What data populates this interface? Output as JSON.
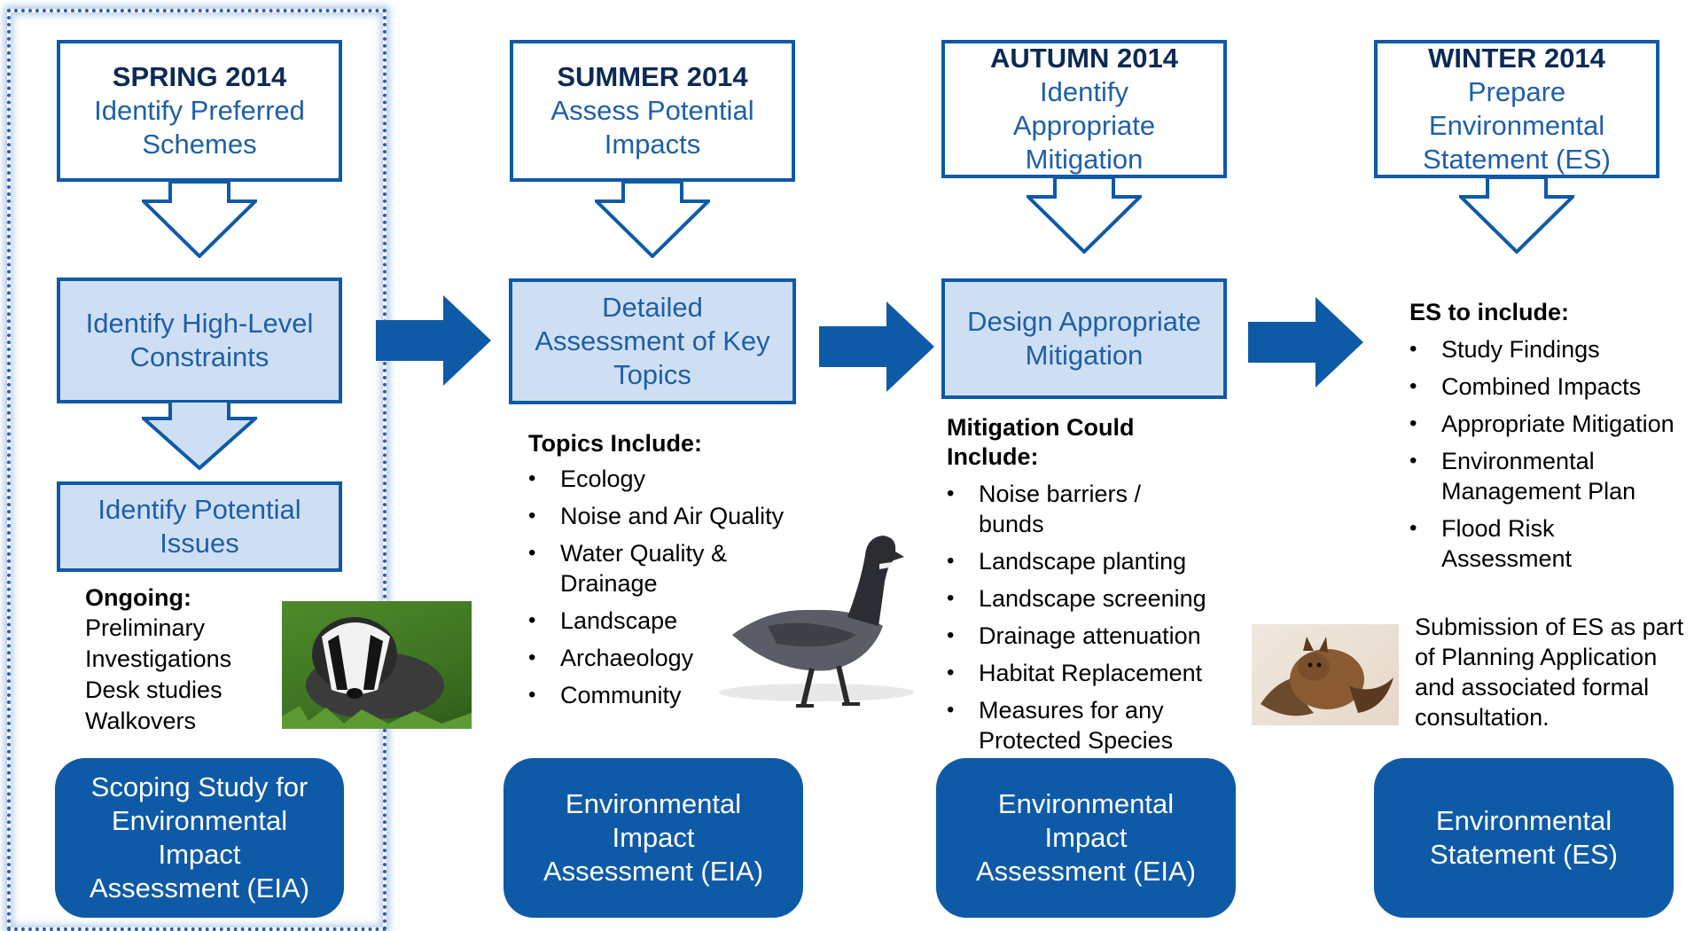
{
  "columns": [
    {
      "season_title": "SPRING 2014",
      "season_lines": [
        "Identify Preferred",
        "Schemes"
      ],
      "steps": [
        [
          "Identify High-Level",
          "Constraints"
        ],
        [
          "Identify Potential",
          "Issues"
        ]
      ],
      "ongoing": {
        "heading": "Ongoing:",
        "items": [
          "Preliminary",
          "Investigations",
          "Desk studies",
          "Walkovers"
        ]
      },
      "pill": [
        "Scoping Study for",
        "Environmental",
        "Impact",
        "Assessment (EIA)"
      ]
    },
    {
      "season_title": "SUMMER 2014",
      "season_lines": [
        "Assess  Potential",
        "Impacts"
      ],
      "step": [
        "Detailed",
        "Assessment of Key",
        "Topics"
      ],
      "list_heading": "Topics Include:",
      "list": [
        "Ecology",
        "Noise and Air Quality",
        "Water Quality & Drainage",
        "Landscape",
        "Archaeology",
        "Community"
      ],
      "pill": [
        "Environmental",
        "Impact",
        "Assessment (EIA)"
      ]
    },
    {
      "season_title": "AUTUMN 2014",
      "season_lines": [
        "Identify",
        "Appropriate",
        "Mitigation"
      ],
      "step": [
        "Design Appropriate",
        "Mitigation"
      ],
      "list_heading_lines": [
        "Mitigation Could",
        "Include:"
      ],
      "list": [
        "Noise barriers / bunds",
        "Landscape planting",
        "Landscape screening",
        "Drainage attenuation",
        "Habitat Replacement",
        "Measures for any Protected Species"
      ],
      "pill": [
        "Environmental",
        "Impact",
        "Assessment (EIA)"
      ]
    },
    {
      "season_title": "WINTER 2014",
      "season_lines": [
        "Prepare",
        "Environmental",
        "Statement (ES)"
      ],
      "list_heading": "ES to include:",
      "list": [
        "Study Findings",
        "Combined Impacts",
        "Appropriate Mitigation",
        "Environmental Management Plan",
        "Flood Risk Assessment"
      ],
      "note_lines": [
        "Submission of ES as part",
        "of Planning Application",
        "and associated formal",
        "consultation."
      ],
      "pill": [
        "Environmental",
        "Statement (ES)"
      ]
    }
  ],
  "colors": {
    "primary": "#0e5aa7",
    "light_fill": "#cfdff3",
    "text_blue": "#1f5fa6",
    "title_navy": "#0b2a55"
  },
  "images": [
    "badger-photo",
    "goose-illustration",
    "bat-photo"
  ]
}
